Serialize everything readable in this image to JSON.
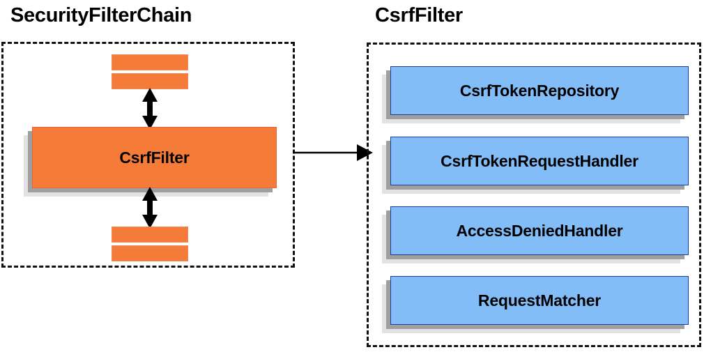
{
  "diagram": {
    "left_panel": {
      "title": "SecurityFilterChain",
      "main_block_label": "CsrfFilter",
      "slabs_above": 2,
      "slabs_below": 2,
      "arrows": [
        "double-arrow-up",
        "double-arrow-down"
      ]
    },
    "connector": {
      "icon": "arrow-right-icon",
      "direction": "left-to-right"
    },
    "right_panel": {
      "title": "CsrfFilter",
      "components": [
        {
          "label": "CsrfTokenRepository"
        },
        {
          "label": "CsrfTokenRequestHandler"
        },
        {
          "label": "AccessDeniedHandler"
        },
        {
          "label": "RequestMatcher"
        }
      ]
    },
    "colors": {
      "orange_fill": "#f47b38",
      "orange_border": "#e8653a",
      "blue_fill": "#82bdf7",
      "blue_border": "#1f3b99",
      "shadow_near": "#9f9f9f",
      "shadow_far": "#e2e2e2",
      "dashed_border": "#111111",
      "text": "#000000",
      "background": "#ffffff"
    }
  }
}
